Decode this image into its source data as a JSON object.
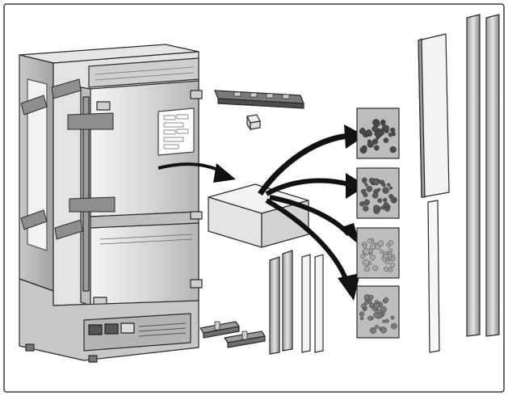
{
  "diagram": {
    "subject": "appliance-unpacking-parts-illustration",
    "colors": {
      "frame": "#3a3a3a",
      "steel_light": "#eeeeee",
      "steel_mid": "#cfcfcf",
      "steel_dark": "#9a9a9a",
      "outline": "#2b2b2b",
      "arrow": "#111111",
      "bag_bg": "#bdbdbd"
    },
    "parts_bags": [
      {
        "id": "bag-1",
        "fill": "#4a4a4a"
      },
      {
        "id": "bag-2",
        "fill": "#5a5a5a"
      },
      {
        "id": "bag-3",
        "fill": "#a8a8a8"
      },
      {
        "id": "bag-4",
        "fill": "#7a7a7a"
      }
    ]
  }
}
